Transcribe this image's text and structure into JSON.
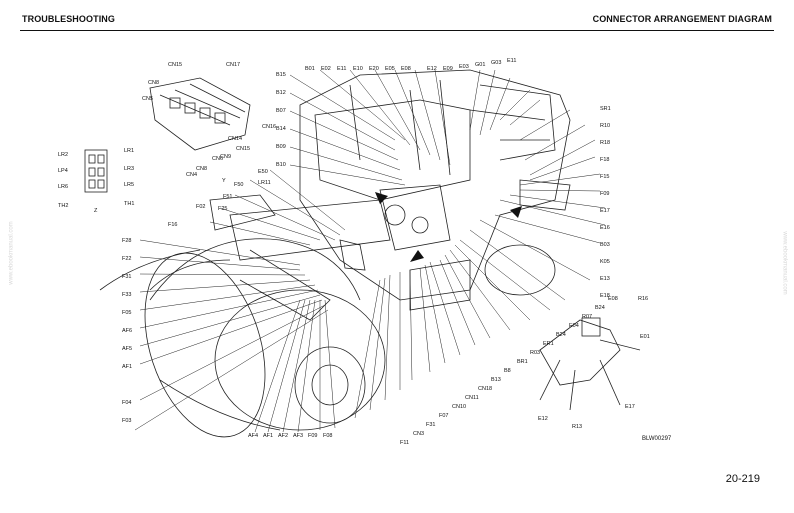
{
  "header": {
    "left": "TROUBLESHOOTING",
    "right": "CONNECTOR ARRANGEMENT DIAGRAM"
  },
  "figure_code": "BLW00297",
  "page_number": "20-219",
  "watermark": "www.ebookmanual.com",
  "labels": {
    "top": [
      "B01",
      "E02",
      "E11",
      "E10",
      "E20",
      "E05",
      "E08",
      "E12",
      "E09",
      "E03",
      "G01",
      "G03",
      "E11"
    ],
    "left_upper": [
      "B15",
      "B12",
      "B07",
      "B14",
      "B09",
      "B10"
    ],
    "left_lower": [
      "F28",
      "F22",
      "F31",
      "F33",
      "F05",
      "AF6",
      "AF5",
      "AF1",
      "F04",
      "F03"
    ],
    "mid_left": [
      "E50",
      "F50",
      "F51",
      "F25",
      "F02",
      "F16",
      "LR11"
    ],
    "right": [
      "SR1",
      "R10",
      "R18",
      "F18",
      "F15",
      "F09",
      "E17",
      "E16",
      "B03",
      "K05",
      "E13",
      "E18",
      "E08",
      "B24",
      "R07",
      "E04",
      "B24",
      "ER1",
      "R03",
      "BR1",
      "B8",
      "B13",
      "CN18",
      "CN11",
      "CN10",
      "F07",
      "F31",
      "CN3",
      "F11"
    ],
    "bottom": [
      "AF4",
      "AF1",
      "AF2",
      "AF3",
      "F09",
      "F08"
    ],
    "cab": [
      "CN15",
      "CN17",
      "CN8",
      "CN5",
      "CN14",
      "CN16",
      "CN15",
      "CN6",
      "CN8",
      "CN4",
      "CN9",
      "Y"
    ],
    "box": [
      "LR2",
      "LR1",
      "LP4",
      "LR3",
      "LR6",
      "LR5",
      "TH2",
      "TH1",
      "Z"
    ],
    "inset": [
      "R16",
      "E01",
      "E12",
      "R13",
      "E17"
    ]
  }
}
